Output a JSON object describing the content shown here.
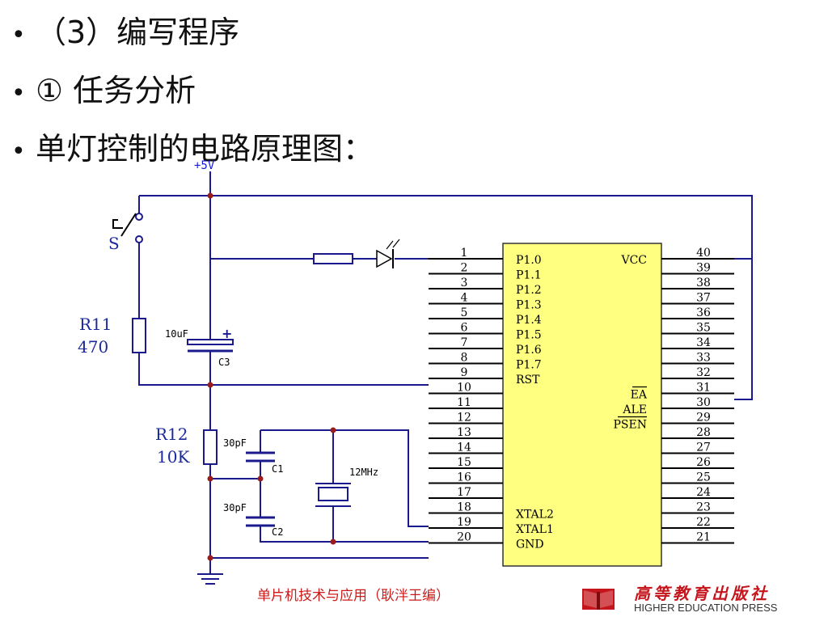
{
  "bullets": [
    {
      "text": "（3）编写程序"
    },
    {
      "text": "① 任务分析"
    },
    {
      "text": "单灯控制的电路原理图："
    }
  ],
  "circuit": {
    "power_label": "+5V",
    "switch_label": "S",
    "r11": {
      "name": "R11",
      "value": "470"
    },
    "r12": {
      "name": "R12",
      "value": "10K"
    },
    "c3": {
      "value": "10uF",
      "name": "C3",
      "polarity": "+"
    },
    "c1": {
      "value": "30pF",
      "name": "C1"
    },
    "c2": {
      "value": "30pF",
      "name": "C2"
    },
    "crystal": {
      "value": "12MHz"
    },
    "chip_left_pins": [
      {
        "num": "1",
        "name": "P1.0"
      },
      {
        "num": "2",
        "name": "P1.1"
      },
      {
        "num": "3",
        "name": "P1.2"
      },
      {
        "num": "4",
        "name": "P1.3"
      },
      {
        "num": "5",
        "name": "P1.4"
      },
      {
        "num": "6",
        "name": "P1.5"
      },
      {
        "num": "7",
        "name": "P1.6"
      },
      {
        "num": "8",
        "name": "P1.7"
      },
      {
        "num": "9",
        "name": "RST"
      },
      {
        "num": "10",
        "name": ""
      },
      {
        "num": "11",
        "name": ""
      },
      {
        "num": "12",
        "name": ""
      },
      {
        "num": "13",
        "name": ""
      },
      {
        "num": "14",
        "name": ""
      },
      {
        "num": "15",
        "name": ""
      },
      {
        "num": "16",
        "name": ""
      },
      {
        "num": "17",
        "name": ""
      },
      {
        "num": "18",
        "name": "XTAL2"
      },
      {
        "num": "19",
        "name": "XTAL1"
      },
      {
        "num": "20",
        "name": "GND"
      }
    ],
    "chip_right_pins": [
      {
        "num": "40",
        "name": "VCC",
        "overline": false
      },
      {
        "num": "39",
        "name": "",
        "overline": false
      },
      {
        "num": "38",
        "name": "",
        "overline": false
      },
      {
        "num": "37",
        "name": "",
        "overline": false
      },
      {
        "num": "36",
        "name": "",
        "overline": false
      },
      {
        "num": "35",
        "name": "",
        "overline": false
      },
      {
        "num": "34",
        "name": "",
        "overline": false
      },
      {
        "num": "33",
        "name": "",
        "overline": false
      },
      {
        "num": "32",
        "name": "",
        "overline": false
      },
      {
        "num": "31",
        "name": "EA",
        "overline": true
      },
      {
        "num": "30",
        "name": "ALE",
        "overline": false
      },
      {
        "num": "29",
        "name": "PSEN",
        "overline": true
      },
      {
        "num": "28",
        "name": "",
        "overline": false
      },
      {
        "num": "27",
        "name": "",
        "overline": false
      },
      {
        "num": "26",
        "name": "",
        "overline": false
      },
      {
        "num": "25",
        "name": "",
        "overline": false
      },
      {
        "num": "24",
        "name": "",
        "overline": false
      },
      {
        "num": "23",
        "name": "",
        "overline": false
      },
      {
        "num": "22",
        "name": "",
        "overline": false
      },
      {
        "num": "21",
        "name": "",
        "overline": false
      }
    ]
  },
  "footer": {
    "caption": "单片机技术与应用（耿泮王编）",
    "publisher_cn": "高等教育出版社",
    "publisher_en": "HIGHER EDUCATION PRESS"
  },
  "colors": {
    "wire": "#1a1a8c",
    "power": "#1a1ad8",
    "chip_fill": "#ffff80",
    "chip_stroke": "#333333",
    "pin_line": "#000000",
    "label_blue": "#1a2a9c",
    "node": "#9b1c1c",
    "footer_red": "#cc1a1a",
    "publisher_red": "#c4161c"
  }
}
